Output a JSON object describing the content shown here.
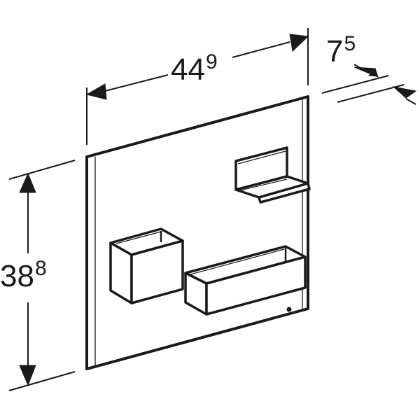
{
  "diagram": {
    "type": "technical-dimension-drawing",
    "subject": "wall panel with magnetic storage accessories",
    "colors": {
      "line": "#1a1a1a",
      "background": "#ffffff"
    },
    "dimensions": {
      "width": {
        "main": "44",
        "sup": "9",
        "label": "44⁹"
      },
      "height": {
        "main": "38",
        "sup": "8",
        "label": "38⁸"
      },
      "depth": {
        "main": "7",
        "sup": "5",
        "label": "7⁵"
      }
    },
    "components": [
      {
        "id": "panel",
        "label": "wall panel"
      },
      {
        "id": "shelf",
        "label": "small shelf"
      },
      {
        "id": "box",
        "label": "storage box"
      },
      {
        "id": "tray",
        "label": "long storage tray"
      },
      {
        "id": "dot",
        "label": "indicator dot"
      }
    ]
  }
}
